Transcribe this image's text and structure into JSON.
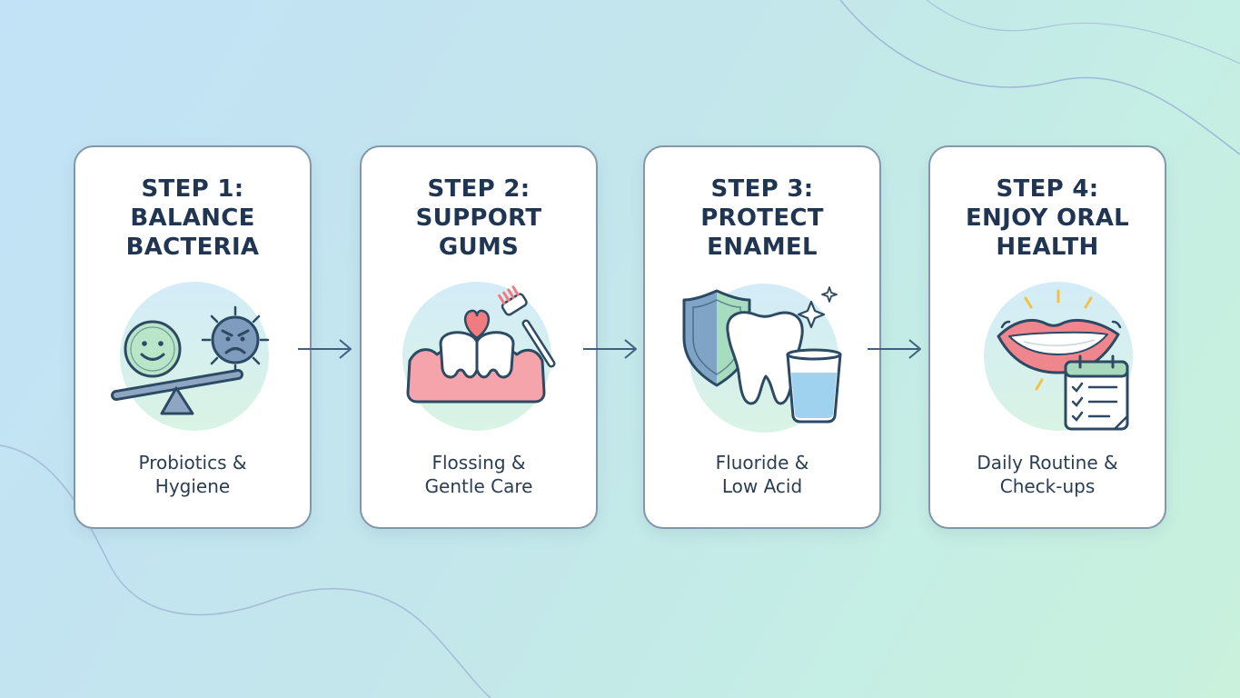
{
  "steps": [
    {
      "title": [
        "STEP 1:",
        "BALANCE",
        "BACTERIA"
      ],
      "desc": [
        "Probiotics &",
        "Hygiene"
      ],
      "icon": "balance-bacteria-icon"
    },
    {
      "title": [
        "STEP 2:",
        "SUPPORT",
        "GUMS"
      ],
      "desc": [
        "Flossing &",
        "Gentle Care"
      ],
      "icon": "gums-toothbrush-icon"
    },
    {
      "title": [
        "STEP 3:",
        "PROTECT",
        "ENAMEL"
      ],
      "desc": [
        "Fluoride &",
        "Low Acid"
      ],
      "icon": "shield-tooth-water-icon"
    },
    {
      "title": [
        "STEP 4:",
        "ENJOY ORAL",
        "HEALTH"
      ],
      "desc": [
        "Daily Routine &",
        "Check-ups"
      ],
      "icon": "smile-calendar-icon"
    }
  ],
  "colors": {
    "title": "#1f3551",
    "card_border": "#8296ac",
    "icon_circle_top": "#d3ecf8",
    "icon_circle_bottom": "#d9f3e4",
    "arrow": "#40607e"
  }
}
